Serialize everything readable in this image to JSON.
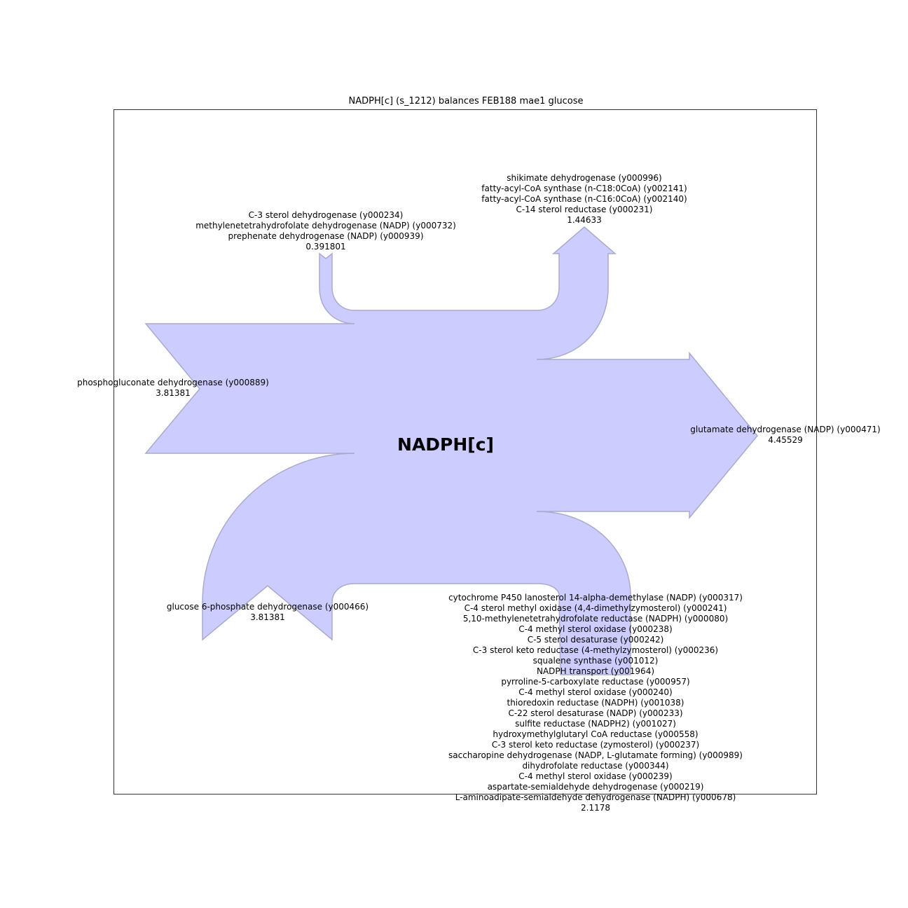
{
  "title": "NADPH[c] (s_1212) balances FEB188 mae1 glucose",
  "node": {
    "label": "NADPH[c]"
  },
  "colors": {
    "fill": "#ccccff",
    "stroke": "#aaaacc",
    "frame": "#333333"
  },
  "flows": {
    "top_small": {
      "labels": [
        "C-3 sterol dehydrogenase (y000234)",
        "methylenetetrahydrofolate dehydrogenase (NADP) (y000732)",
        "prephenate dehydrogenase (NADP) (y000939)"
      ],
      "value": "0.391801"
    },
    "top_large": {
      "labels": [
        "shikimate dehydrogenase (y000996)",
        "fatty-acyl-CoA synthase (n-C18:0CoA) (y002141)",
        "fatty-acyl-CoA synthase (n-C16:0CoA) (y002140)",
        "C-14 sterol reductase (y000231)"
      ],
      "value": "1.44633"
    },
    "left_in": {
      "labels": [
        "phosphogluconate dehydrogenase (y000889)"
      ],
      "value": "3.81381"
    },
    "right_out": {
      "labels": [
        "glutamate dehydrogenase (NADP) (y000471)"
      ],
      "value": "4.45529"
    },
    "bottom_in": {
      "labels": [
        "glucose 6-phosphate dehydrogenase (y000466)"
      ],
      "value": "3.81381"
    },
    "bottom_out": {
      "labels": [
        "cytochrome P450 lanosterol 14-alpha-demethylase (NADP) (y000317)",
        "C-4 sterol methyl oxidase (4,4-dimethylzymosterol) (y000241)",
        "5,10-methylenetetrahydrofolate reductase (NADPH) (y000080)",
        "C-4 methyl sterol oxidase (y000238)",
        "C-5 sterol desaturase (y000242)",
        "C-3 sterol keto reductase (4-methylzymosterol) (y000236)",
        "squalene synthase (y001012)",
        "NADPH transport (y001964)",
        "pyrroline-5-carboxylate reductase (y000957)",
        "C-4 methyl sterol oxidase (y000240)",
        "thioredoxin reductase (NADPH) (y001038)",
        "C-22 sterol desaturase (NADP) (y000233)",
        "sulfite reductase (NADPH2) (y001027)",
        "hydroxymethylglutaryl CoA reductase (y000558)",
        "C-3 sterol keto reductase (zymosterol) (y000237)",
        "saccharopine dehydrogenase (NADP, L-glutamate forming) (y000989)",
        "dihydrofolate reductase (y000344)",
        "C-4 methyl sterol oxidase (y000239)",
        "aspartate-semialdehyde dehydrogenase (y000219)",
        "L-aminoadipate-semialdehyde dehydrogenase (NADPH) (y000678)"
      ],
      "value": "2.1178"
    }
  }
}
